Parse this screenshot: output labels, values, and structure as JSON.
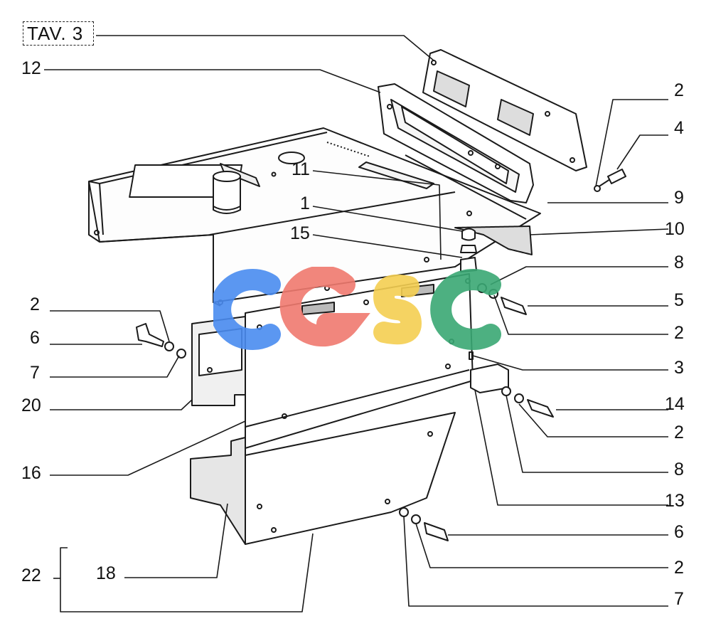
{
  "sheet": {
    "title": "TAV. 3"
  },
  "callouts": {
    "c12": "12",
    "c2a": "2",
    "c4": "4",
    "c11": "11",
    "c1": "1",
    "c9": "9",
    "c15": "15",
    "c10": "10",
    "c8a": "8",
    "c2b": "2",
    "c5": "5",
    "c6a": "6",
    "c2c": "2",
    "c7a": "7",
    "c3": "3",
    "c20": "20",
    "c14": "14",
    "c2d": "2",
    "c16": "16",
    "c8b": "8",
    "c13": "13",
    "c6b": "6",
    "c22": "22",
    "c18": "18",
    "c2e": "2",
    "c7b": "7"
  },
  "watermark": {
    "letters": [
      "C",
      "G",
      "S",
      "C"
    ],
    "colors": [
      "#4a8cf0",
      "#f07a6f",
      "#f5cf52",
      "#3aa874"
    ]
  }
}
